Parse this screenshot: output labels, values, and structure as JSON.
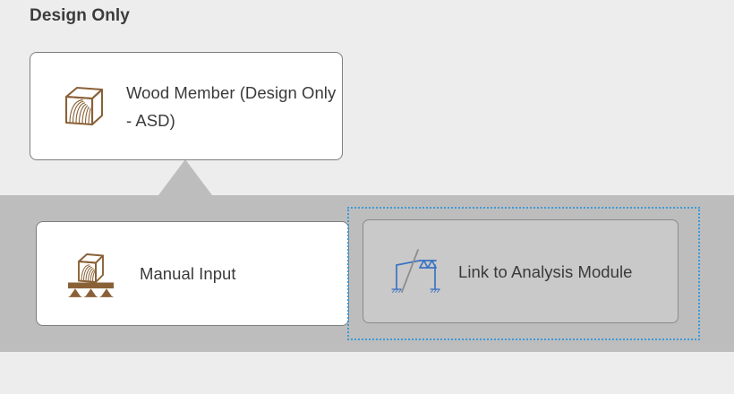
{
  "section": {
    "title": "Design Only"
  },
  "colors": {
    "page_background": "#ededed",
    "band_background": "#bdbdbd",
    "card_background": "#ffffff",
    "card_border": "#7e7e7e",
    "disabled_card_background": "#c9c9c9",
    "focus_ring": "#3e9ad8",
    "wood_icon": "#8a6137",
    "frame_icon": "#3b72c4",
    "text": "#3a3a3a",
    "title_text": "#3c3c3c"
  },
  "cards": {
    "wood_member": {
      "label": "Wood Member (Design Only - ASD)",
      "icon": "wood-block-icon",
      "state": "selected"
    },
    "manual_input": {
      "label": "Manual Input",
      "icon": "wood-beam-supports-icon",
      "state": "enabled"
    },
    "link_to_analysis": {
      "label": "Link to Analysis Module",
      "icon": "portal-frame-truss-icon",
      "state": "disabled-focused"
    }
  }
}
